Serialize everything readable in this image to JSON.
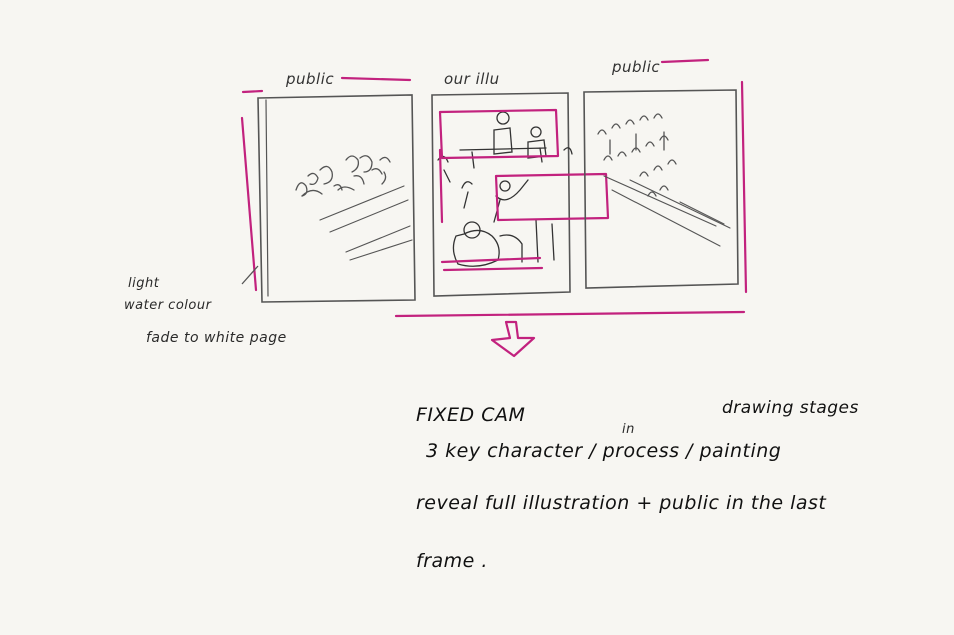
{
  "panels": {
    "left_label": "public",
    "center_label": "our illu",
    "right_label": "public"
  },
  "side_notes": {
    "line1": "light",
    "line2": "water colour",
    "line3": "fade to white page"
  },
  "notes": {
    "fixed_cam": "FIXED CAM",
    "in": "in",
    "drawing_stages": "drawing stages",
    "line2": "3 key character / process / painting",
    "line3": "reveal full illustration + public in the last",
    "line4": "frame ."
  },
  "colors": {
    "pencil": "#5a5a5a",
    "ink": "#1a1a1a",
    "marker": "#c2227e",
    "paper": "#f7f6f2"
  }
}
